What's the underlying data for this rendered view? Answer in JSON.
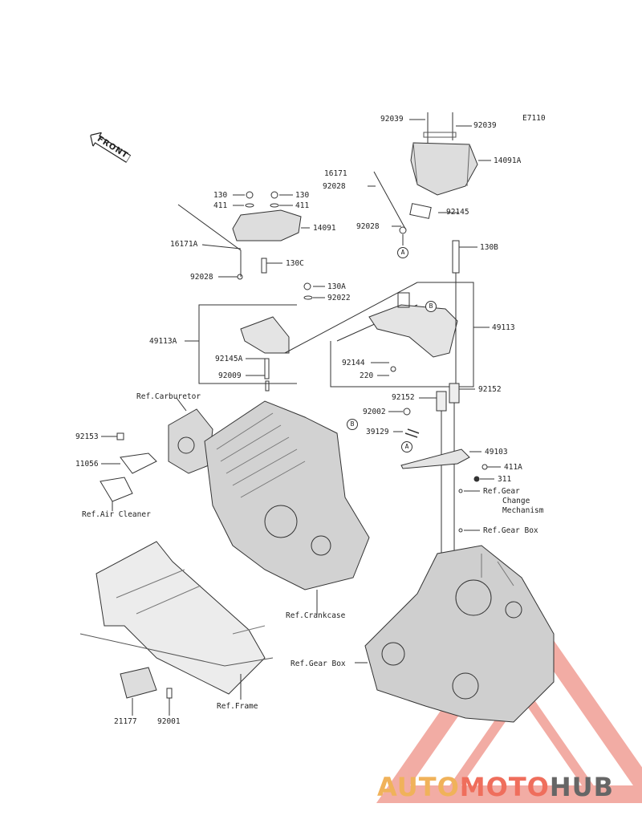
{
  "diagram": {
    "code": "E7110",
    "front_label": "FRONT",
    "brand": {
      "part1": "AUTO",
      "part2": "MOTO",
      "part3": "HUB",
      "color1": "#f0b25a",
      "color2": "#ef6e5c",
      "color3": "#666666"
    },
    "markers": {
      "a1": "A",
      "b1": "B",
      "a2": "A",
      "b2": "B"
    },
    "labels": {
      "l92039a": "92039",
      "l92039b": "92039",
      "l14091A": "14091A",
      "l16171": "16171",
      "l92028a": "92028",
      "l92145": "92145",
      "l92028b": "92028",
      "l130a": "130",
      "l130b": "130",
      "l411a": "411",
      "l411b": "411",
      "l14091": "14091",
      "l16171A": "16171A",
      "l130C": "130C",
      "l130B": "130B",
      "l92028c": "92028",
      "l130A": "130A",
      "l92022": "92022",
      "l49113A": "49113A",
      "l49113": "49113",
      "l92145A": "92145A",
      "l92009": "92009",
      "l92144": "92144",
      "l220": "220",
      "l92152a": "92152",
      "l92152b": "92152",
      "lRefCarb": "Ref.Carburetor",
      "l92002": "92002",
      "l39129": "39129",
      "l92153": "92153",
      "l49103": "49103",
      "l11056": "11056",
      "l411A": "411A",
      "l311": "311",
      "lRefGearChange": "Ref.Gear",
      "lRefGearChange2": "Change",
      "lRefGearChange3": "Mechanism",
      "lRefAir": "Ref.Air Cleaner",
      "lRefGearBox1": "Ref.Gear Box",
      "lRefCrank": "Ref.Crankcase",
      "lRefGearBox2": "Ref.Gear Box",
      "lRefFrame": "Ref.Frame",
      "l21177": "21177",
      "l92001": "92001"
    }
  }
}
